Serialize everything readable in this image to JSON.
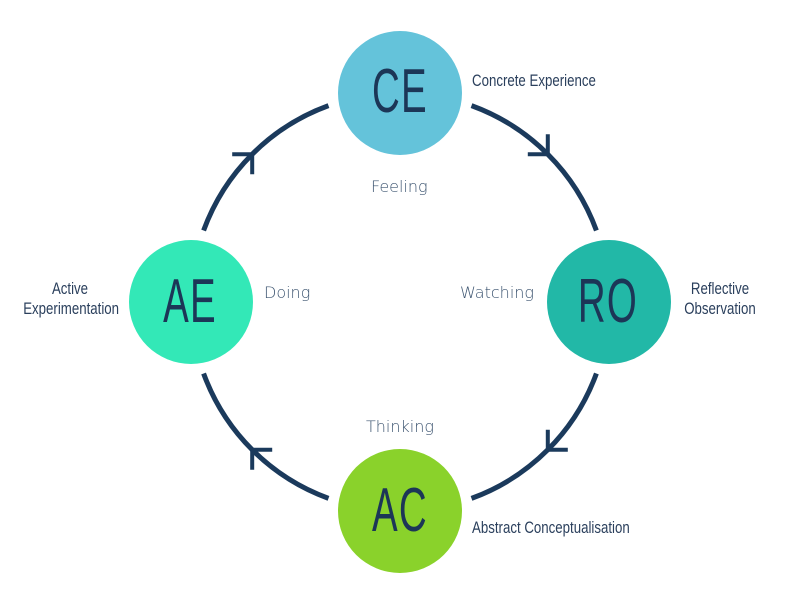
{
  "diagram": {
    "title": "Kolb's Experiential Learning Cycle",
    "cycle_direction": "clockwise",
    "arrow_color": "#1b3a5c",
    "text_color": "#1c3657",
    "stages": [
      {
        "id": "ce",
        "abbr": "CE",
        "name": "Concrete Experience",
        "color": "#64c3da",
        "position": "top"
      },
      {
        "id": "ro",
        "abbr": "RO",
        "name_line1": "Reflective",
        "name_line2": "Observation",
        "color": "#22b8a7",
        "position": "right"
      },
      {
        "id": "ac",
        "abbr": "AC",
        "name": "Abstract Conceptualisation",
        "color": "#8ad22b",
        "position": "bottom"
      },
      {
        "id": "ae",
        "abbr": "AE",
        "name_line1": "Active",
        "name_line2": "Experimentation",
        "color": "#33e8b7",
        "position": "left"
      }
    ],
    "modes": {
      "feeling": "Feeling",
      "watching": "Watching",
      "thinking": "Thinking",
      "doing": "Doing"
    },
    "arrows": [
      {
        "from": "ce",
        "to": "ro"
      },
      {
        "from": "ro",
        "to": "ac"
      },
      {
        "from": "ac",
        "to": "ae"
      },
      {
        "from": "ae",
        "to": "ce"
      }
    ]
  }
}
